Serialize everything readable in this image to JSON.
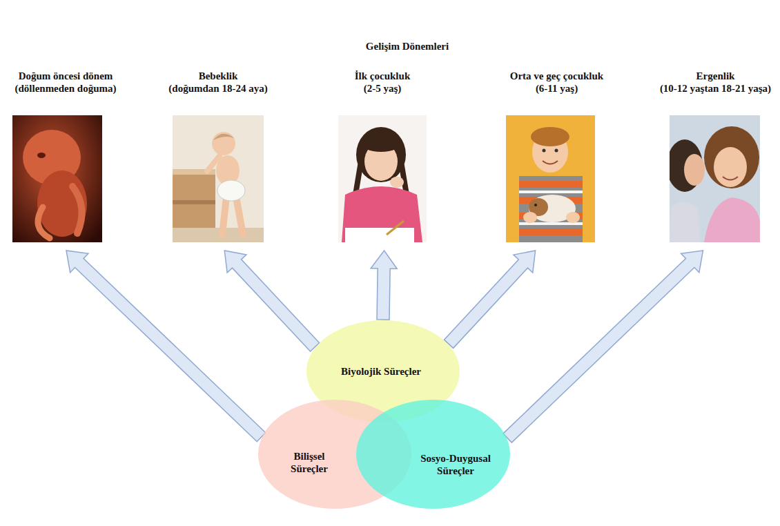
{
  "diagram": {
    "title": "Gelişim Dönemleri",
    "nodes": [
      {
        "text": [
          "Doğum öncesi dönem",
          "(döllenmeden doğuma)"
        ]
      },
      {
        "text": [
          "Bebeklik",
          "(doğumdan 18-24 aya)"
        ]
      },
      {
        "text": [
          "İlk çocukluk",
          "(2-5 yaş)"
        ]
      },
      {
        "text": [
          "Orta ve geç çocukluk",
          "(6-11 yaş)"
        ]
      },
      {
        "text": [
          "Ergenlik",
          "(10-12 yaştan 18-21 yaşa)"
        ]
      },
      {
        "text": [
          "Biyolojik Süreçler"
        ]
      },
      {
        "text": [
          "Bilişsel Süreçler"
        ]
      },
      {
        "text": [
          "Sosyo-Duygusal Süreçler"
        ]
      }
    ],
    "edges": [
      {
        "from": 6,
        "to": 0,
        "arrow": "to"
      },
      {
        "from": 5,
        "to": 1,
        "arrow": "to"
      },
      {
        "from": 5,
        "to": 2,
        "arrow": "to"
      },
      {
        "from": 5,
        "to": 3,
        "arrow": "to"
      },
      {
        "from": 7,
        "to": 4,
        "arrow": "to"
      }
    ]
  }
}
